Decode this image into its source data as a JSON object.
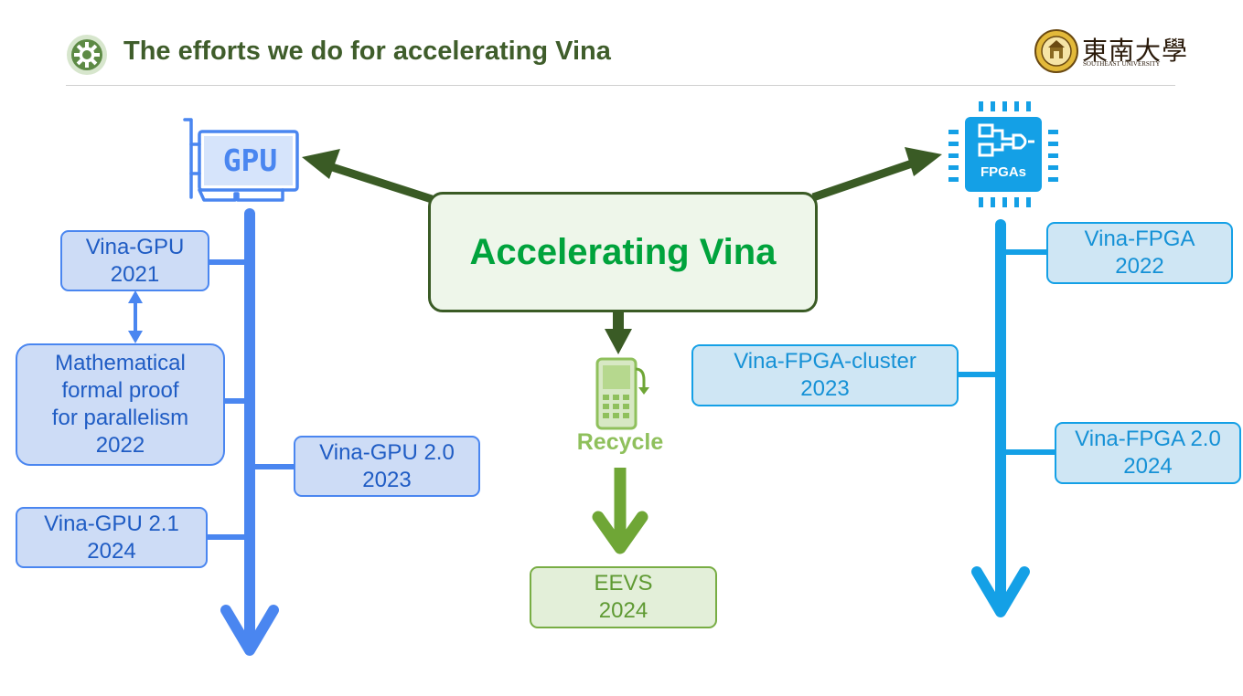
{
  "header": {
    "title": "The efforts we do for accelerating Vina",
    "logo_zh": "東南大學",
    "logo_en": "SOUTHEAST UNIVERSITY"
  },
  "center": {
    "label": "Accelerating Vina"
  },
  "gpu": {
    "icon_label": "GPU",
    "items": [
      {
        "lines": [
          "Vina-GPU",
          "2021"
        ]
      },
      {
        "lines": [
          "Mathematical",
          "formal proof",
          "for parallelism",
          "2022"
        ]
      },
      {
        "lines": [
          "Vina-GPU 2.0",
          "2023"
        ]
      },
      {
        "lines": [
          "Vina-GPU 2.1",
          "2024"
        ]
      }
    ]
  },
  "fpga": {
    "icon_label": "FPGAs",
    "items": [
      {
        "lines": [
          "Vina-FPGA",
          "2022"
        ]
      },
      {
        "lines": [
          "Vina-FPGA-cluster",
          "2023"
        ]
      },
      {
        "lines": [
          "Vina-FPGA 2.0",
          "2024"
        ]
      }
    ]
  },
  "recycle": {
    "icon_label": "Recycle",
    "item": {
      "lines": [
        "EEVS",
        "2024"
      ]
    }
  },
  "colors": {
    "gpu": "#4a86f0",
    "fpga": "#14a0e6",
    "recycle": "#6fa636",
    "center_border": "#3a5b25",
    "center_text": "#00a33c",
    "title": "#3f5d2b"
  }
}
